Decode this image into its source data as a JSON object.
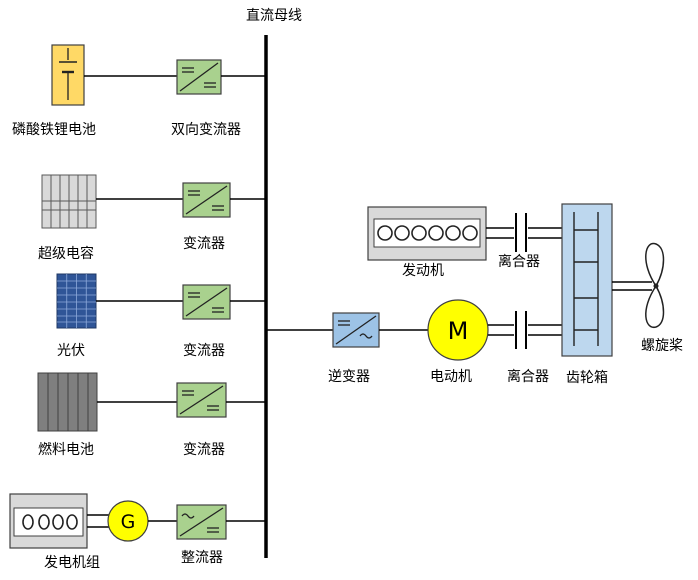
{
  "bus_label": "直流母线",
  "sources": [
    {
      "label": "磷酸铁锂电池",
      "converter": "双向变流器"
    },
    {
      "label": "超级电容",
      "converter": "变流器"
    },
    {
      "label": "光伏",
      "converter": "变流器"
    },
    {
      "label": "燃料电池",
      "converter": "变流器"
    },
    {
      "label": "发电机组",
      "converter": "整流器",
      "generator_symbol": "G"
    }
  ],
  "propulsion": {
    "inverter": "逆变器",
    "motor": "电动机",
    "motor_symbol": "M",
    "engine": "发动机",
    "clutch_top": "离合器",
    "clutch_bottom": "离合器",
    "gearbox": "齿轮箱",
    "propeller": "螺旋桨"
  },
  "colors": {
    "battery": "#ffd966",
    "converter": "#a9d18e",
    "inverter": "#9dc3e6",
    "pv": "#2f5597",
    "gearbox": "#bdd7ee",
    "motor": "#ffff00",
    "generator": "#ffff00",
    "supercap": "#d9d9d9",
    "fuel_cell": "#7f7f7f"
  }
}
